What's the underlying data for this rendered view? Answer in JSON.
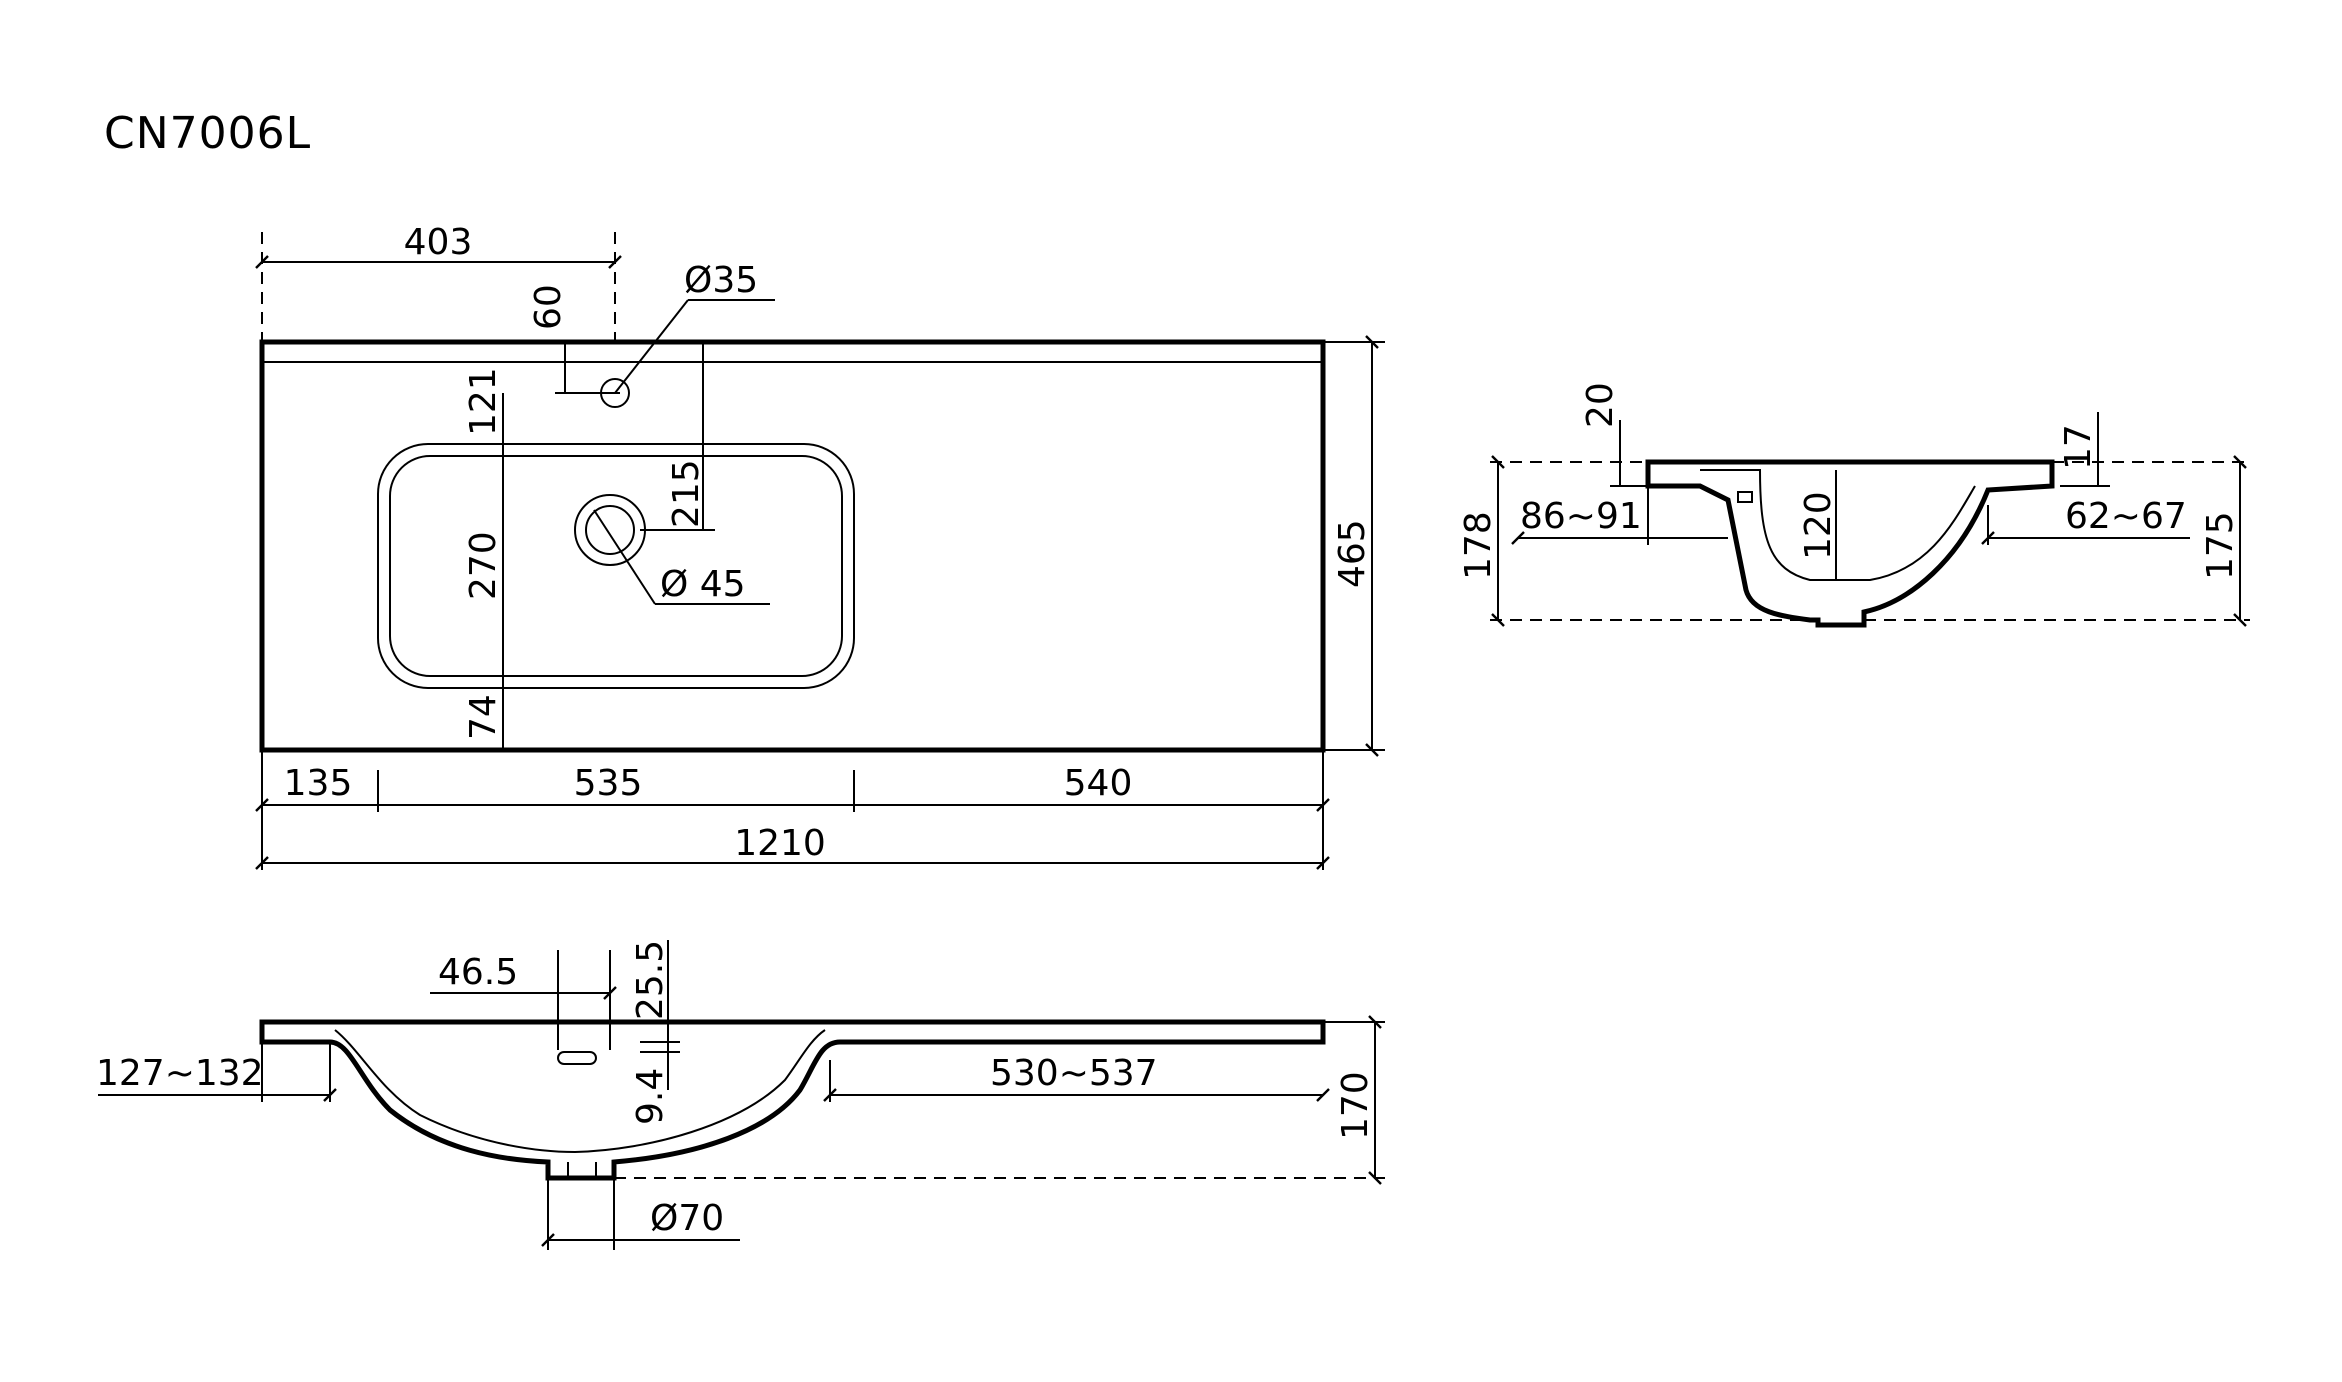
{
  "model": "CN7006L",
  "plan_view": {
    "top_offset": "403",
    "tap_offset": "60",
    "tap_hole": "Ø35",
    "tap_to_bowl": "121",
    "tap_to_drain": "215",
    "bowl_depth": "270",
    "drain_hole": "Ø 45",
    "bowl_to_front": "74",
    "total_depth": "465",
    "left_margin": "135",
    "bowl_width": "535",
    "right_shelf": "540",
    "total_width": "1210"
  },
  "front_view": {
    "overflow_width": "46.5",
    "overflow_top": "25.5",
    "overflow_height": "9.4",
    "left_edge": "127~132",
    "right_edge": "530~537",
    "height": "170",
    "drain_diameter": "Ø70"
  },
  "side_view": {
    "top_thickness": "20",
    "rim": "17",
    "total_height_left": "178",
    "back_offset": "86~91",
    "bowl_depth": "120",
    "front_offset": "62~67",
    "total_height_right": "175"
  }
}
